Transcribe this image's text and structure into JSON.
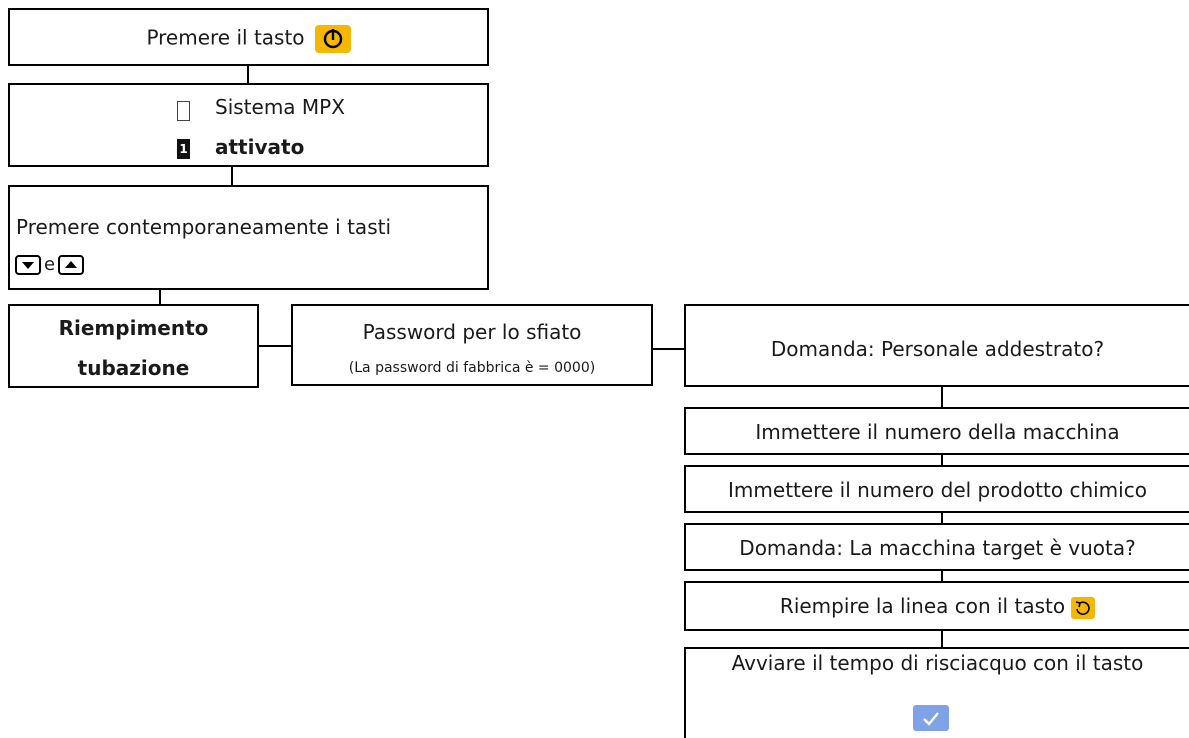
{
  "step_power": {
    "text": "Premere il tasto",
    "icon": "power-icon"
  },
  "step_system": {
    "line1": "Sistema MPX",
    "line2": "attivato",
    "segment_digit": "1"
  },
  "step_keys": {
    "line1": "Premere contemporaneamente i tasti",
    "connector": "e",
    "icons": [
      "arrow-down-icon",
      "arrow-up-icon"
    ]
  },
  "step_fill": {
    "line1": "Riempimento",
    "line2": "tubazione"
  },
  "step_password": {
    "title": "Password per lo sfiato",
    "note": "(La password di fabbrica è = 0000)"
  },
  "step_question_staff": {
    "text": "Domanda: Personale addestrato?"
  },
  "step_machine_number": {
    "text": "Immettere il numero della macchina"
  },
  "step_chemical_number": {
    "text": "Immettere il numero del prodotto chimico"
  },
  "step_question_empty": {
    "text": "Domanda: La macchina target è vuota?"
  },
  "step_refill": {
    "text": "Riempire la linea con il tasto",
    "icon": "refill-icon"
  },
  "step_rinse": {
    "text": "Avviare il tempo di risciacquo con il tasto",
    "icon": "check-icon"
  },
  "colors": {
    "key_yellow": "#f6b700",
    "check_blue": "#7fa3e6"
  }
}
